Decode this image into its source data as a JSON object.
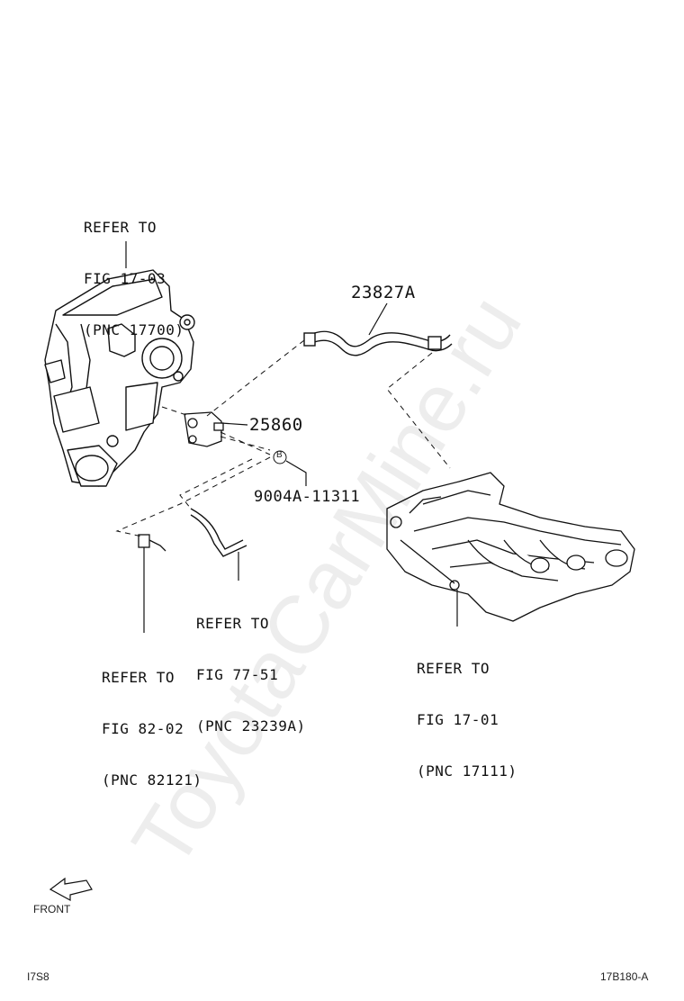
{
  "callouts": {
    "top_left": [
      "REFER TO",
      "FIG 17-03",
      "(PNC 17700)"
    ],
    "hose_center": [
      "REFER TO",
      "FIG 77-51",
      "(PNC 23239A)"
    ],
    "sensor_left": [
      "REFER TO",
      "FIG 82-02",
      "(PNC 82121)"
    ],
    "manifold_right": [
      "REFER TO",
      "FIG 17-01",
      "(PNC 17111)"
    ]
  },
  "part_numbers": {
    "hose": "23827A",
    "valve": "25860",
    "bolt": "9004A-11311"
  },
  "marker_letter": "B",
  "front_label": "FRONT",
  "footer": {
    "left": "I7S8",
    "right": "17B180-A"
  },
  "watermark": "ToyotaCarMine.ru",
  "colors": {
    "line": "#111111",
    "watermark": "#000000"
  }
}
